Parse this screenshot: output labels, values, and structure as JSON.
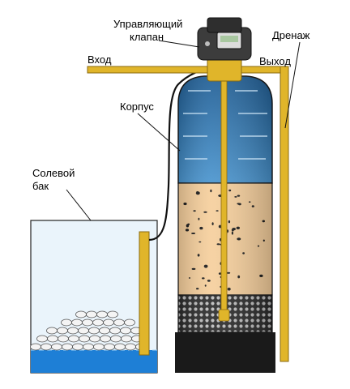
{
  "labels": {
    "control_valve_line1": "Управляющий",
    "control_valve_line2": "клапан",
    "drain": "Дренаж",
    "inlet": "Вход",
    "outlet": "Выход",
    "body": "Корпус",
    "brine_tank_line1": "Солевой",
    "brine_tank_line2": "бак"
  },
  "colors": {
    "pipe": "#e0b52a",
    "water": "#2f76b4",
    "resin": "#f6cf9c",
    "gravel": "#2a2a2a",
    "base": "#1a1a1a",
    "valve": "#3a3a3a",
    "brine": "#1e7fd6",
    "tank_fill": "#e9f4fb"
  }
}
